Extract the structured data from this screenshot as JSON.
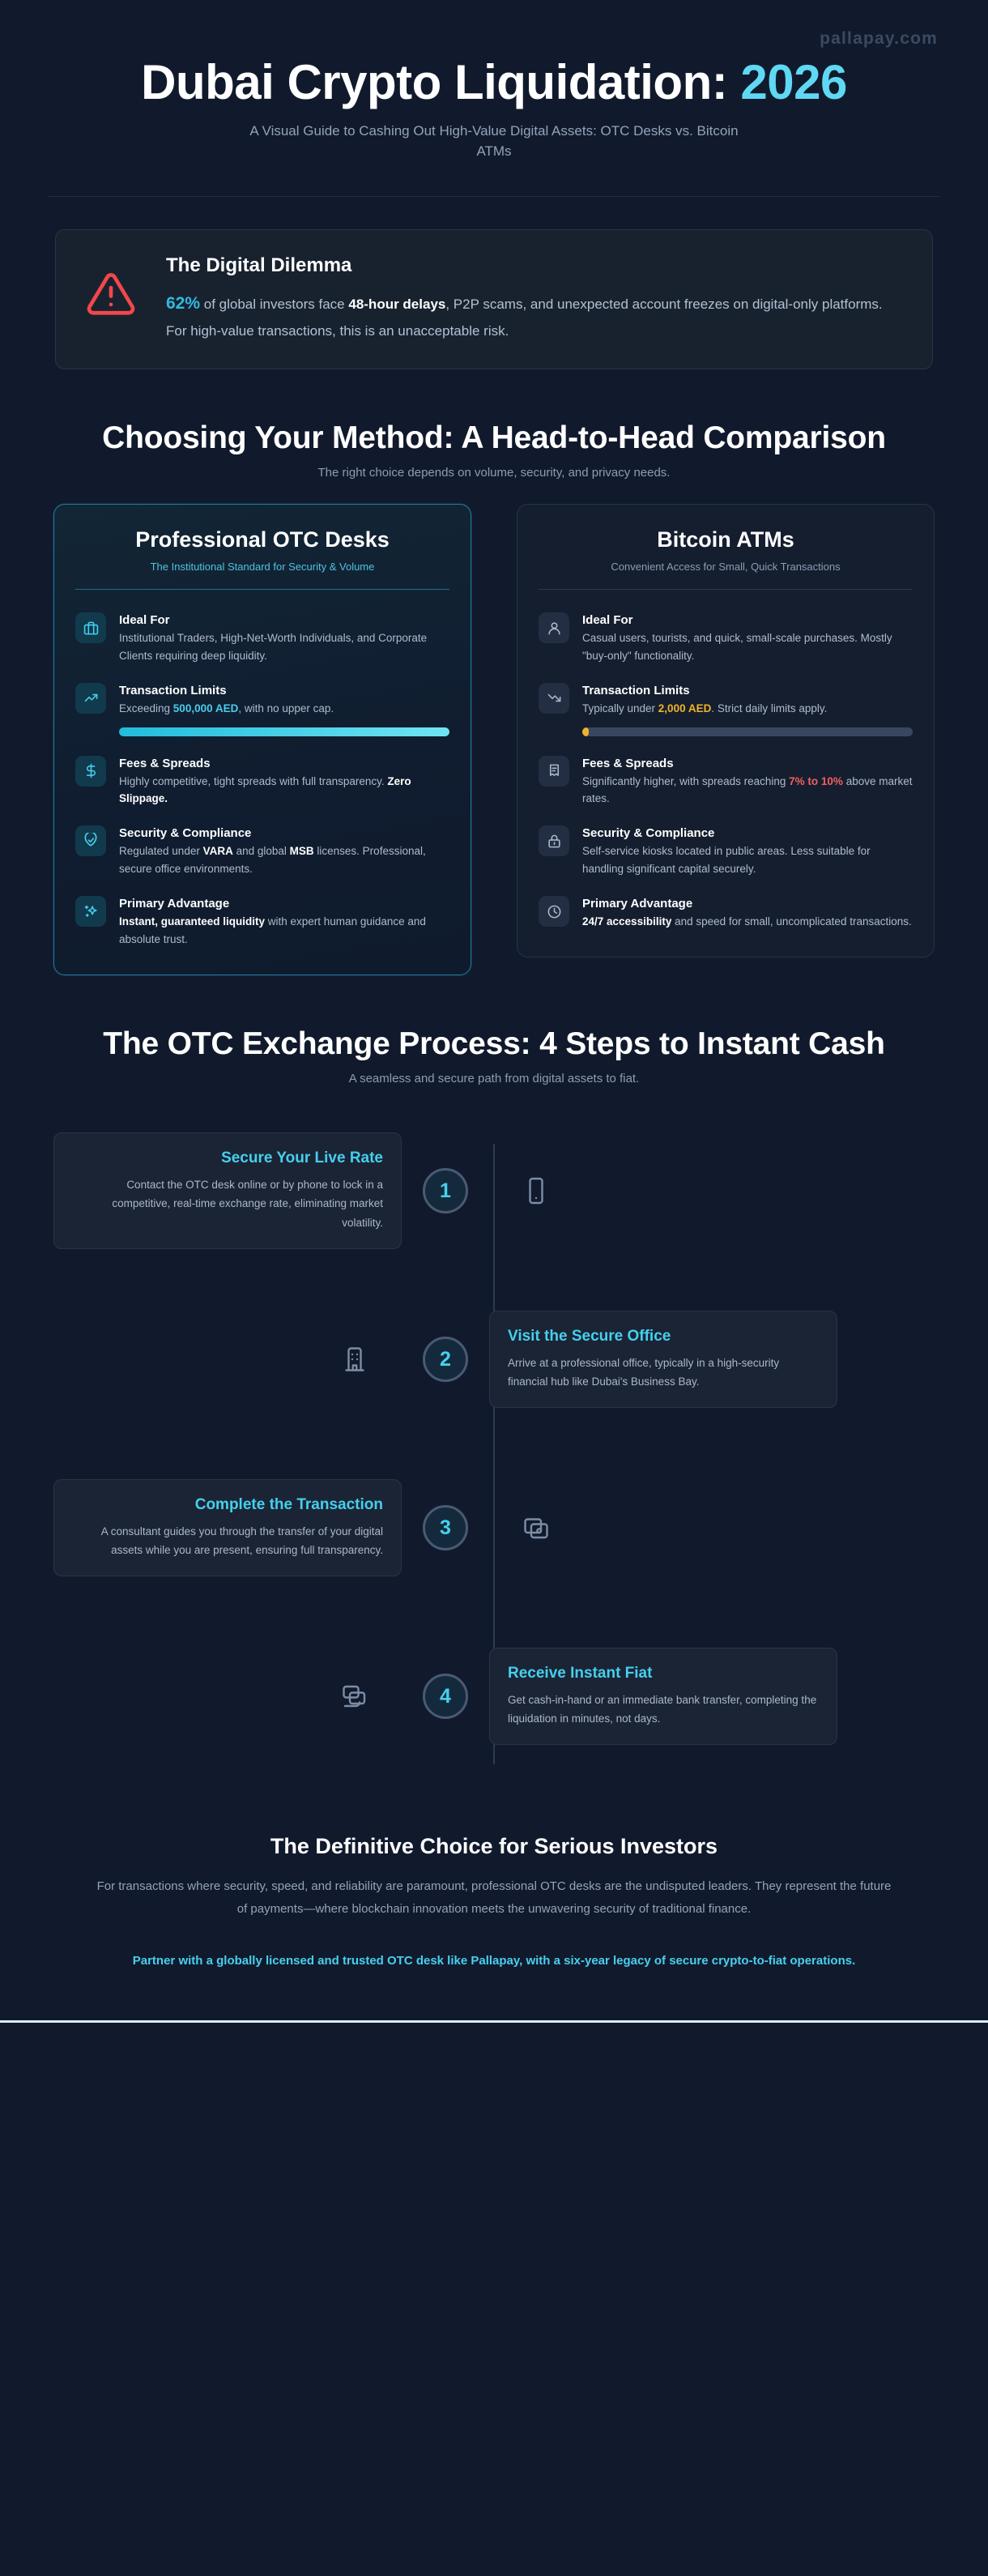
{
  "header": {
    "watermark": "pallapay.com",
    "title_main": "Dubai Crypto Liquidation: ",
    "title_accent": "2026",
    "subtitle": "A Visual Guide to Cashing Out High-Value Digital Assets: OTC Desks vs. Bitcoin ATMs"
  },
  "dilemma": {
    "icon": "warning-triangle-icon",
    "title": "The Digital Dilemma",
    "stat": "62%",
    "text_1": " of global investors face ",
    "bold_1": "48-hour delays",
    "text_2": ", P2P scams, and unexpected account freezes on digital-only platforms. For high-value transactions, this is an unacceptable risk."
  },
  "compare_section": {
    "heading": "Choosing Your Method: A Head-to-Head Comparison",
    "subheading": "The right choice depends on volume, security, and privacy needs."
  },
  "otc": {
    "title": "Professional OTC Desks",
    "subtitle": "The Institutional Standard for Security & Volume",
    "features": [
      {
        "icon": "briefcase-icon",
        "title": "Ideal For",
        "text": "Institutional Traders, High-Net-Worth Individuals, and Corporate Clients requiring deep liquidity."
      },
      {
        "icon": "trending-up-icon",
        "title": "Transaction Limits",
        "text_pre": "Exceeding ",
        "highlight": "500,000 AED",
        "text_post": ", with no upper cap.",
        "bar_percent": 100
      },
      {
        "icon": "dollar-sign-icon",
        "title": "Fees & Spreads",
        "text_pre": "Highly competitive, tight spreads with full transparency. ",
        "bold": "Zero Slippage."
      },
      {
        "icon": "shield-check-icon",
        "title": "Security & Compliance",
        "text_pre": "Regulated under ",
        "bold_1": "VARA",
        "text_mid": " and global ",
        "bold_2": "MSB",
        "text_post": " licenses. Professional, secure office environments."
      },
      {
        "icon": "sparkles-icon",
        "title": "Primary Advantage",
        "bold": "Instant, guaranteed liquidity",
        "text_post": " with expert human guidance and absolute trust."
      }
    ]
  },
  "atm": {
    "title": "Bitcoin ATMs",
    "subtitle": "Convenient Access for Small, Quick Transactions",
    "features": [
      {
        "icon": "user-icon",
        "title": "Ideal For",
        "text": "Casual users, tourists, and quick, small-scale purchases. Mostly \"buy-only\" functionality."
      },
      {
        "icon": "trending-down-icon",
        "title": "Transaction Limits",
        "text_pre": "Typically under ",
        "highlight": "2,000 AED",
        "text_post": ". Strict daily limits apply.",
        "bar_percent": 2
      },
      {
        "icon": "receipt-icon",
        "title": "Fees & Spreads",
        "text_pre": "Significantly higher, with spreads reaching ",
        "highlight": "7% to 10%",
        "text_post": " above market rates."
      },
      {
        "icon": "lock-icon",
        "title": "Security & Compliance",
        "text": "Self-service kiosks located in public areas. Less suitable for handling significant capital securely."
      },
      {
        "icon": "clock-icon",
        "title": "Primary Advantage",
        "bold": "24/7 accessibility",
        "text_post": " and speed for small, uncomplicated transactions."
      }
    ]
  },
  "process_section": {
    "heading": "The OTC Exchange Process: 4 Steps to Instant Cash",
    "subheading": "A seamless and secure path from digital assets to fiat."
  },
  "steps": [
    {
      "number": "1",
      "title": "Secure Your Live Rate",
      "text": "Contact the OTC desk online or by phone to lock in a competitive, real-time exchange rate, eliminating market volatility.",
      "icon": "smartphone-icon",
      "card_side": "left"
    },
    {
      "number": "2",
      "title": "Visit the Secure Office",
      "text": "Arrive at a professional office, typically in a high-security financial hub like Dubai's Business Bay.",
      "icon": "building-icon",
      "card_side": "right"
    },
    {
      "number": "3",
      "title": "Complete the Transaction",
      "text": "A consultant guides you through the transfer of your digital assets while you are present, ensuring full transparency.",
      "icon": "wallet-icon",
      "card_side": "left"
    },
    {
      "number": "4",
      "title": "Receive Instant Fiat",
      "text": "Get cash-in-hand or an immediate bank transfer, completing the liquidation in minutes, not days.",
      "icon": "banknote-icon",
      "card_side": "right"
    }
  ],
  "footer": {
    "heading": "The Definitive Choice for Serious Investors",
    "body": "For transactions where security, speed, and reliability are paramount, professional OTC desks are the undisputed leaders. They represent the future of payments—where blockchain innovation meets the unwavering security of traditional finance.",
    "cta": "Partner with a globally licensed and trusted OTC desk like Pallapay, with a six-year legacy of secure crypto-to-fiat operations."
  },
  "colors": {
    "background": "#111a2c",
    "accent_cyan": "#49cfed",
    "accent_gold": "#f0b429",
    "accent_red": "#f0605f",
    "card_dark": "#1b2434"
  }
}
